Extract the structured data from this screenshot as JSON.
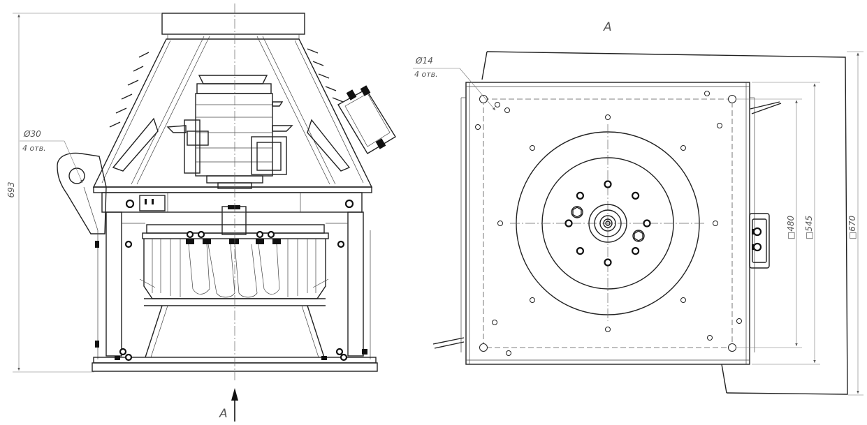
{
  "side_view": {
    "height_dim": "693",
    "hole_dia": "Ø30",
    "hole_count": "4 отв.",
    "view_label": "A"
  },
  "plan_view": {
    "title": "A",
    "hole_dia": "Ø14",
    "hole_count": "4 отв.",
    "dim_480": "□480",
    "dim_545": "□545",
    "dim_670": "□670"
  }
}
